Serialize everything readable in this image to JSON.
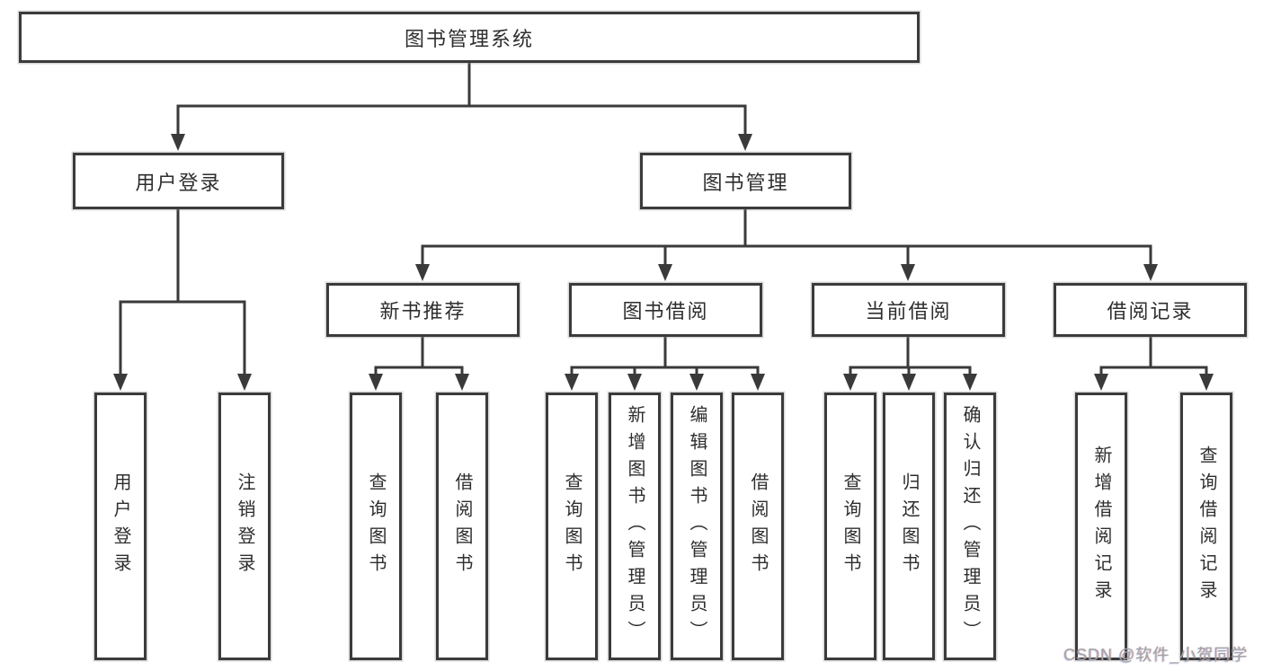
{
  "diagram": {
    "root": {
      "label": "图书管理系统"
    },
    "level2": {
      "user_login": {
        "label": "用户登录"
      },
      "book_mgmt": {
        "label": "图书管理"
      }
    },
    "level3": {
      "new_books": {
        "label": "新书推荐"
      },
      "book_borrow": {
        "label": "图书借阅"
      },
      "current_borrow": {
        "label": "当前借阅"
      },
      "borrow_records": {
        "label": "借阅记录"
      }
    },
    "leaves": {
      "user_login_1": {
        "label": "用户登录"
      },
      "user_login_2": {
        "label": "注销登录"
      },
      "new_books_1": {
        "label": "查询图书"
      },
      "new_books_2": {
        "label": "借阅图书"
      },
      "book_borrow_1": {
        "label": "查询图书"
      },
      "book_borrow_2": {
        "label": "新增图书（管理员）"
      },
      "book_borrow_3": {
        "label": "编辑图书（管理员）"
      },
      "book_borrow_4": {
        "label": "借阅图书"
      },
      "current_borrow_1": {
        "label": "查询图书"
      },
      "current_borrow_2": {
        "label": "归还图书"
      },
      "current_borrow_3": {
        "label": "确认归还（管理员）"
      },
      "borrow_records_1": {
        "label": "新增借阅记录"
      },
      "borrow_records_2": {
        "label": "查询借阅记录"
      }
    }
  },
  "watermark": {
    "text": "CSDN @软件_小贺同学"
  },
  "colors": {
    "line": "#3a3a3a",
    "box_border": "#3b3b3b",
    "text": "#2e2e2e",
    "watermark": "#a2a2a2"
  }
}
